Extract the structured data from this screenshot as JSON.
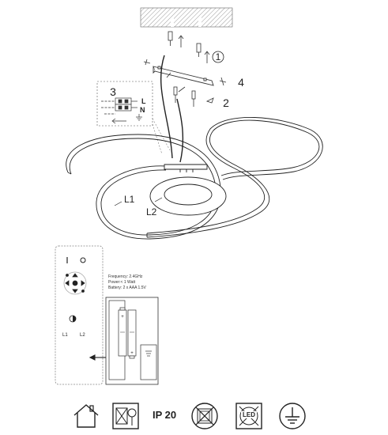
{
  "steps": {
    "one": "1",
    "two": "2",
    "three": "3",
    "four": "4"
  },
  "terminals": {
    "live": "L",
    "neutral": "N"
  },
  "lamp_labels": {
    "l1": "L1",
    "l2": "L2"
  },
  "remote": {
    "button_l1": "L1",
    "button_l2": "L2"
  },
  "spec": {
    "frequency": "Frequency:   2.4GHz",
    "power": "Power:< 1 Watt",
    "battery": "Battery: 2 x AAA 1.5V"
  },
  "rating": {
    "ip": "IP 20",
    "led": "LED"
  },
  "icons": [
    "indoor-use-icon",
    "no-dimmer-icon",
    "ip20-icon",
    "no-insulation-cover-icon",
    "led-not-replaceable-icon",
    "protective-earth-icon"
  ],
  "colors": {
    "line": "#222222",
    "hatch_fill": "#eeeeee",
    "dashed": "#555555"
  }
}
